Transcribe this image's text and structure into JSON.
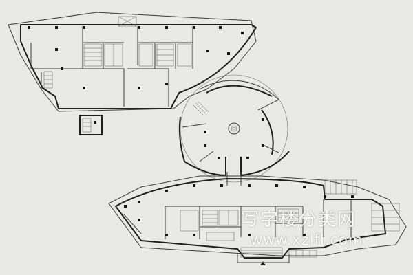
{
  "drawing": {
    "type": "architectural floor plan",
    "colors": {
      "paper": "#e9e9e7",
      "line": "#1e1e1e"
    }
  },
  "watermark": {
    "chinese": "写字楼分类网",
    "url": "www.xzlfl.com"
  }
}
